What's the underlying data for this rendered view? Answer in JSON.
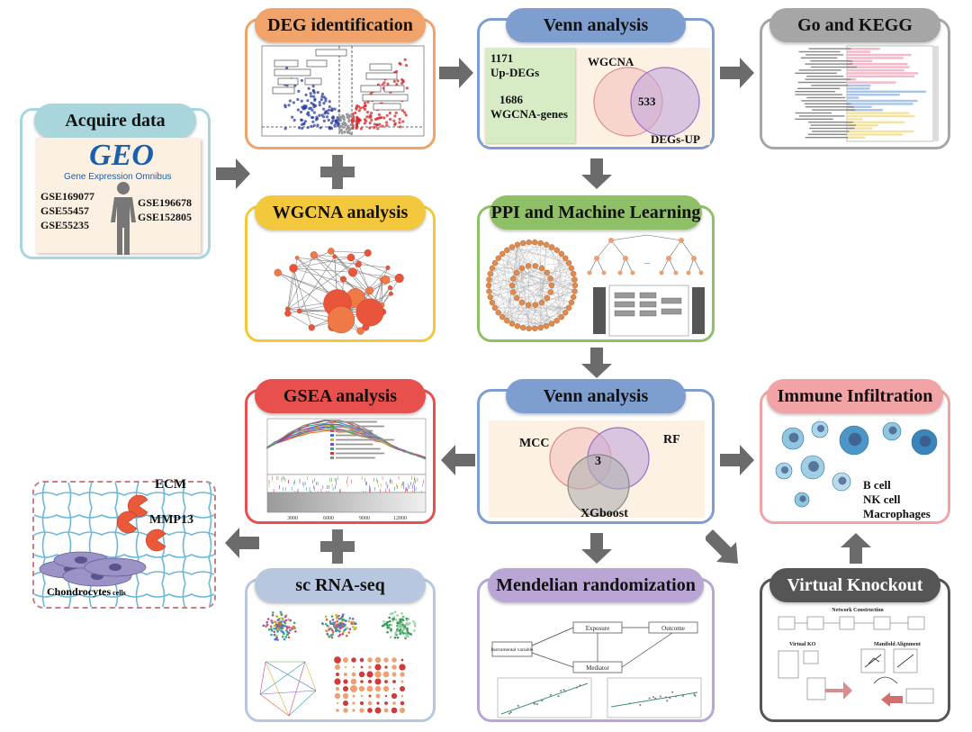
{
  "acquire": {
    "title": "Acquire data",
    "geo_logo": "GEO",
    "geo_subtitle": "Gene Expression Omnibus",
    "datasets_left": [
      "GSE169077",
      "GSE55457",
      "GSE55235"
    ],
    "datasets_right": [
      "GSE196678",
      "GSE152805"
    ]
  },
  "deg": {
    "title": "DEG identification"
  },
  "wgcna": {
    "title": "WGCNA  analysis"
  },
  "venn1": {
    "title": "Venn analysis",
    "note1": "1171",
    "note1b": "Up-DEGs",
    "note2": "1686",
    "note2b": "WGCNA-genes",
    "label_a": "WGCNA",
    "label_b": "DEGs-UP",
    "overlap": "533"
  },
  "gokegg": {
    "title": "Go and KEGG"
  },
  "ppi": {
    "title": "PPI and Machine Learning"
  },
  "venn2": {
    "title": "Venn analysis",
    "label_a": "MCC",
    "label_b": "RF",
    "label_c": "XGboost",
    "overlap": "3"
  },
  "gsea": {
    "title": "GSEA  analysis"
  },
  "immune": {
    "title": "Immune Infiltration",
    "cells": [
      "B cell",
      "NK cell",
      "Macrophages"
    ]
  },
  "ecm": {
    "label": "ECM",
    "mmp": "MMP13",
    "chondro": "Chondrocytes",
    "chondro_sub": "cells"
  },
  "scrna": {
    "title": "sc RNA-seq"
  },
  "mr": {
    "title": "Mendelian randomization",
    "exposure": "Exposure",
    "outcome": "Outcome",
    "mediator": "Mediator",
    "instrument": "Instrumental variable"
  },
  "ko": {
    "title": "Virtual Knockout",
    "network": "Network Construction",
    "virtual_ko": "Virtual KO",
    "manifold": "Manifold Alignment"
  },
  "colors": {
    "acquire": "#a9d6dc",
    "deg": "#f0a36a",
    "wgcna": "#f3c83c",
    "venn": "#7f9ed0",
    "gokegg": "#a6a6a6",
    "ppi": "#8fbf66",
    "gsea": "#e8504e",
    "immune": "#f1a3a6",
    "scrna": "#b8c7e0",
    "mr": "#b9a6d4",
    "ko": "#555555",
    "arrow": "#6b6b6b"
  }
}
